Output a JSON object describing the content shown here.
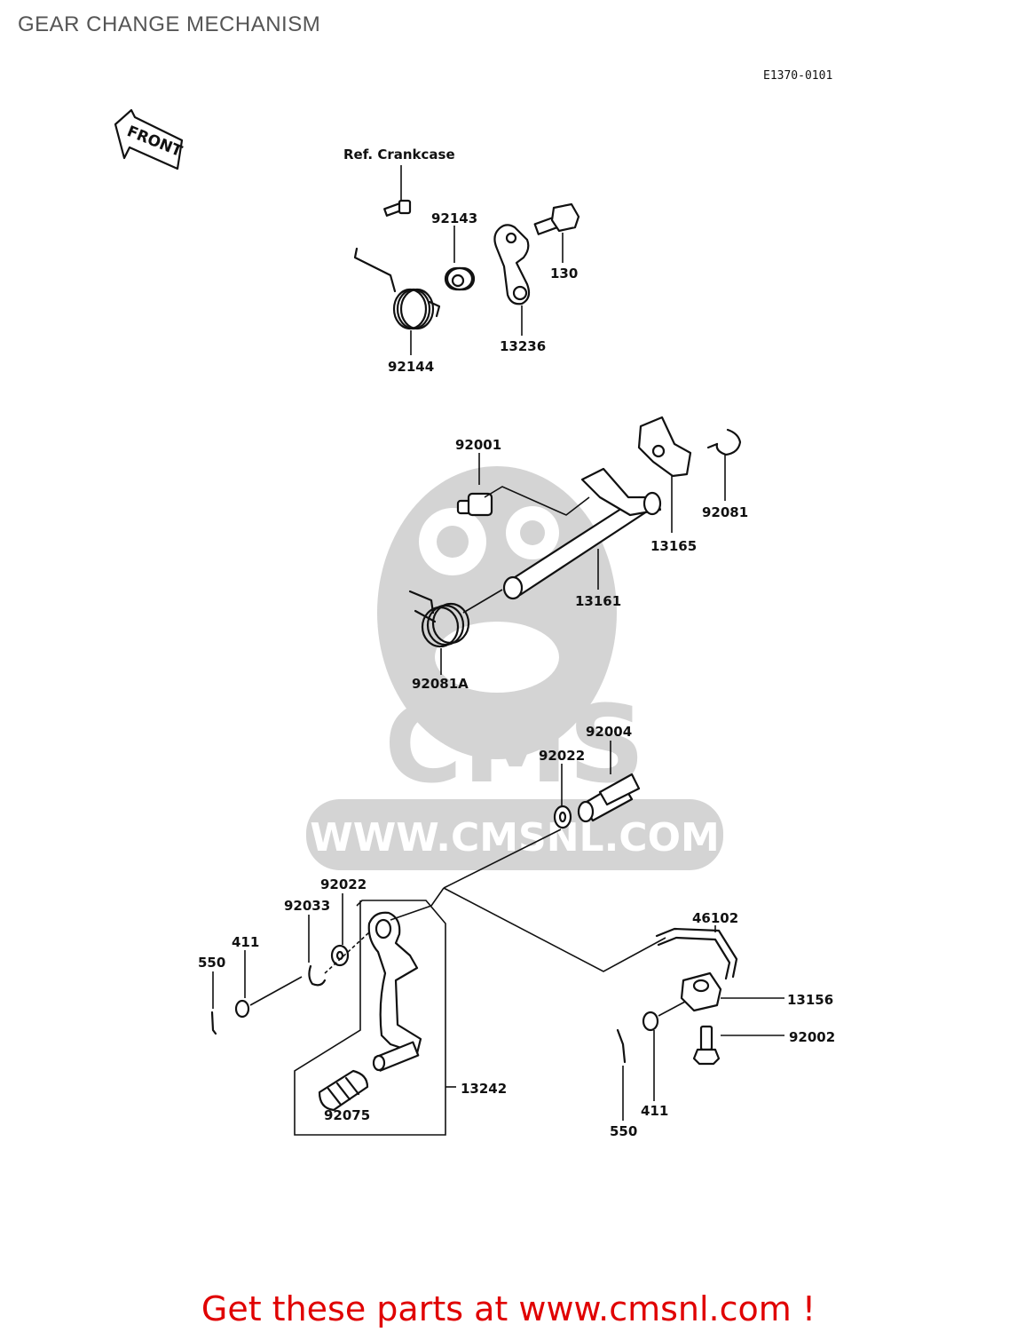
{
  "title": "GEAR CHANGE MECHANISM",
  "diagram_code": "E1370-0101",
  "front_label": "FRONT",
  "ref_text": "Ref. Crankcase",
  "watermark": {
    "logo_text": "CMS",
    "url_text": "WWW.CMSNL.COM"
  },
  "callouts": {
    "p92143": "92143",
    "p130": "130",
    "p13236": "13236",
    "p92144": "92144",
    "p92001": "92001",
    "p92081": "92081",
    "p13165": "13165",
    "p13161": "13161",
    "p92081A": "92081A",
    "p92004": "92004",
    "p92022a": "92022",
    "p92022b": "92022",
    "p92033": "92033",
    "p411a": "411",
    "p550a": "550",
    "p46102": "46102",
    "p13156": "13156",
    "p92002": "92002",
    "p13242": "13242",
    "p92075": "92075",
    "p411b": "411",
    "p550b": "550"
  },
  "footer": "Get these parts at www.cmsnl.com !"
}
